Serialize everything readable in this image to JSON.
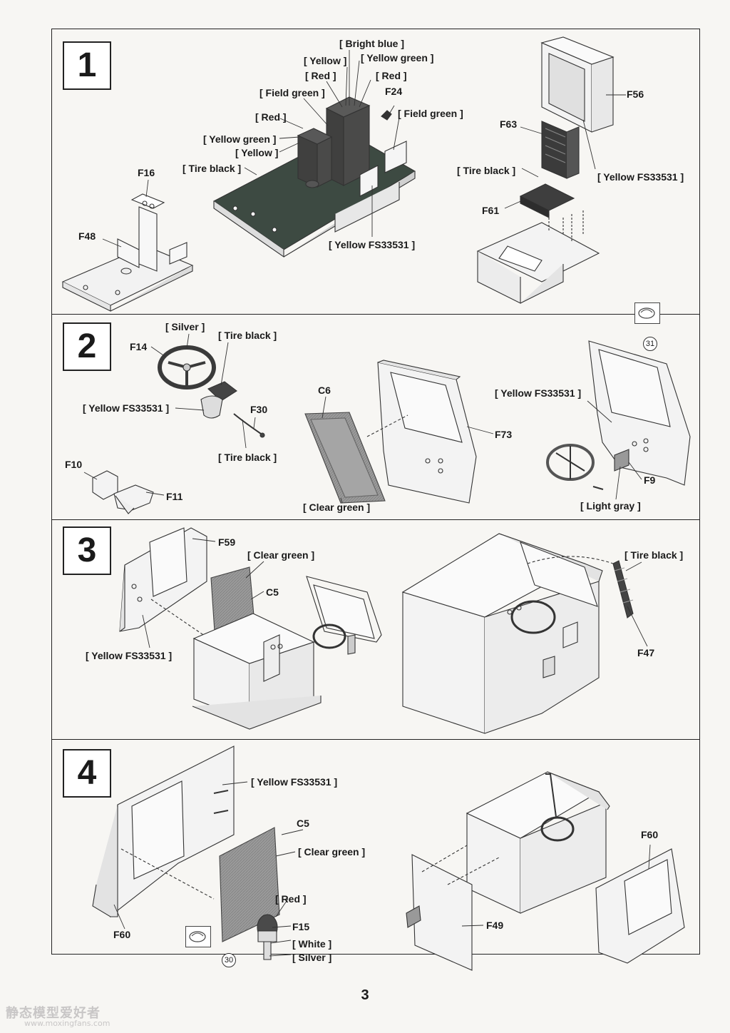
{
  "page_number": "3",
  "watermark": {
    "line1": "静态模型爱好者",
    "line2": "www.moxingfans.com"
  },
  "steps": [
    {
      "number": "1"
    },
    {
      "number": "2"
    },
    {
      "number": "3"
    },
    {
      "number": "4"
    }
  ],
  "step1": {
    "bright_blue": "[ Bright blue ]",
    "yellow_a": "[ Yellow ]",
    "yellow_green_a": "[ Yellow green ]",
    "red_a": "[ Red ]",
    "red_b": "[ Red ]",
    "field_green_a": "[ Field green ]",
    "f24": "F24",
    "field_green_b": "[ Field green ]",
    "red_c": "[ Red ]",
    "yellow_green_b": "[ Yellow green ]",
    "yellow_b": "[ Yellow ]",
    "tire_black_a": "[ Tire black ]",
    "f16": "F16",
    "f48": "F48",
    "yellow_fs_a": "[ Yellow FS33531 ]",
    "f56": "F56",
    "f63": "F63",
    "tire_black_b": "[ Tire black ]",
    "yellow_fs_b": "[ Yellow FS33531 ]",
    "f61": "F61"
  },
  "step2": {
    "silver": "[ Silver ]",
    "tire_black_a": "[ Tire black ]",
    "f14": "F14",
    "yellow_fs_a": "[ Yellow FS33531 ]",
    "f30": "F30",
    "tire_black_b": "[ Tire black ]",
    "f10": "F10",
    "f11": "F11",
    "c6": "C6",
    "f73": "F73",
    "clear_green": "[ Clear green ]",
    "yellow_fs_b": "[ Yellow FS33531 ]",
    "circle_31": "31",
    "f9": "F9",
    "light_gray": "[ Light gray ]"
  },
  "step3": {
    "f59": "F59",
    "clear_green": "[ Clear green ]",
    "c5": "C5",
    "yellow_fs": "[ Yellow FS33531 ]",
    "tire_black": "[ Tire black ]",
    "f47": "F47"
  },
  "step4": {
    "yellow_fs": "[ Yellow FS33531 ]",
    "c5": "C5",
    "clear_green": "[ Clear green ]",
    "red": "[ Red ]",
    "f15": "F15",
    "white": "[ White ]",
    "silver": "[ Silver ]",
    "circle_30": "30",
    "f60_a": "F60",
    "f60_b": "F60",
    "f49": "F49"
  }
}
